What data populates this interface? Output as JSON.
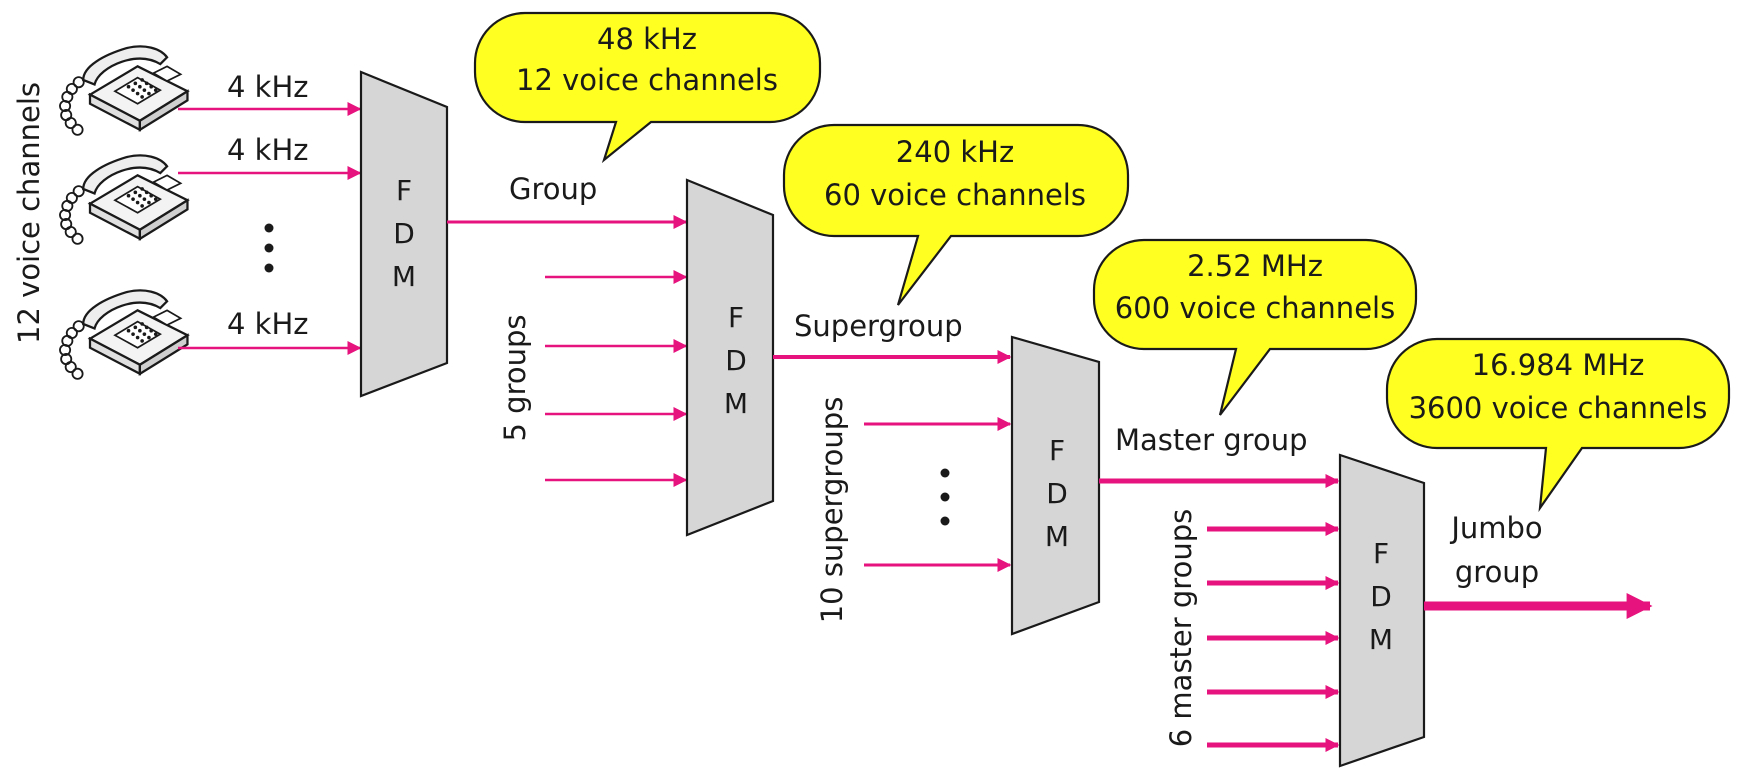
{
  "colors": {
    "arrow": "#e6127d",
    "bubble": "#ffff22",
    "mux_box": "#d6d6d6",
    "outline": "#1a1a1a"
  },
  "icons": {
    "phone": "telephone-icon",
    "ellipsis": "vertical-ellipsis-icon"
  },
  "inputs": {
    "side_label": "12 voice channels",
    "channel_labels": [
      "4 kHz",
      "4 kHz",
      "4 kHz"
    ]
  },
  "mux_label": [
    "F",
    "D",
    "M"
  ],
  "stages": {
    "group": {
      "output_label": "Group",
      "bubble": [
        "48 kHz",
        "12 voice channels"
      ]
    },
    "supergroup": {
      "input_label": "5 groups",
      "output_label": "Supergroup",
      "bubble": [
        "240 kHz",
        "60 voice channels"
      ]
    },
    "master_group": {
      "input_label": "10 supergroups",
      "output_label": "Master group",
      "bubble": [
        "2.52 MHz",
        "600 voice channels"
      ]
    },
    "jumbo_group": {
      "input_label": "6 master groups",
      "output_label": [
        "Jumbo",
        "group"
      ],
      "bubble": [
        "16.984 MHz",
        "3600 voice channels"
      ]
    }
  }
}
